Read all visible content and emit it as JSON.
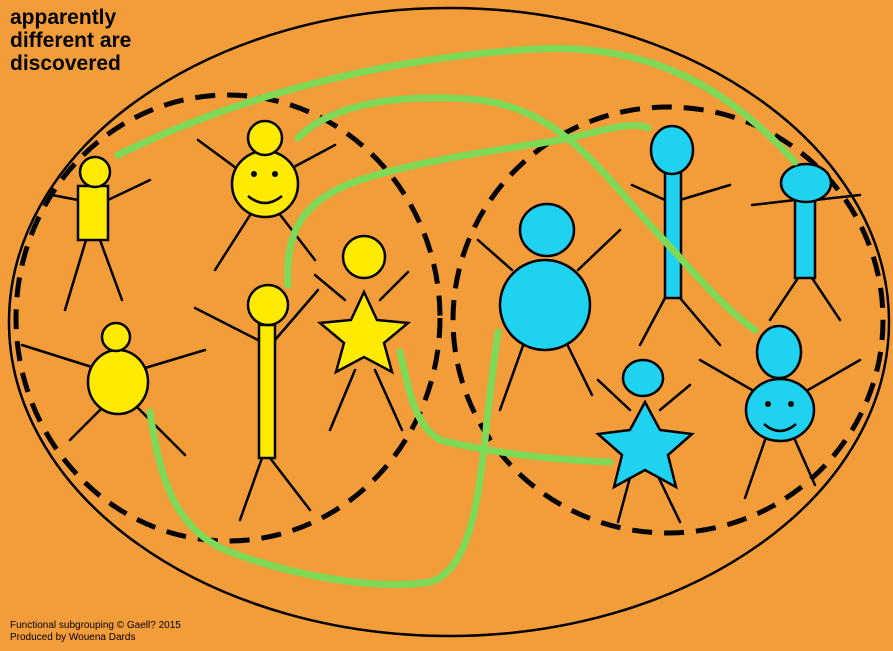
{
  "title_lines": [
    "apparently",
    "different are",
    "discovered"
  ],
  "credit_lines": [
    "Functional subgrouping © Gaell? 2015",
    "Produced by Wouena Dards"
  ],
  "colors": {
    "background": "#F39C3A",
    "group_a": "#FFEA00",
    "group_b": "#1FD3F0",
    "connection": "#7ED957",
    "outline": "#000000"
  },
  "figures": [
    {
      "name": "figure-yellow-rectangle-body",
      "group": "a",
      "shape": "rectangle"
    },
    {
      "name": "figure-yellow-smiley-bun",
      "group": "a",
      "shape": "smiley"
    },
    {
      "name": "figure-yellow-round-body",
      "group": "a",
      "shape": "circle"
    },
    {
      "name": "figure-yellow-tall-stick",
      "group": "a",
      "shape": "stick"
    },
    {
      "name": "figure-yellow-star",
      "group": "a",
      "shape": "star"
    },
    {
      "name": "figure-cyan-large-circle",
      "group": "b",
      "shape": "circle"
    },
    {
      "name": "figure-cyan-tall-stick",
      "group": "b",
      "shape": "stick"
    },
    {
      "name": "figure-cyan-rectangle-body",
      "group": "b",
      "shape": "rectangle"
    },
    {
      "name": "figure-cyan-star",
      "group": "b",
      "shape": "star"
    },
    {
      "name": "figure-cyan-smiley-bun",
      "group": "b",
      "shape": "smiley"
    }
  ],
  "connections": [
    {
      "from": "figure-yellow-rectangle-body",
      "to": "figure-cyan-rectangle-body"
    },
    {
      "from": "figure-yellow-smiley-bun",
      "to": "figure-cyan-smiley-bun"
    },
    {
      "from": "figure-yellow-tall-stick",
      "to": "figure-cyan-tall-stick"
    },
    {
      "from": "figure-yellow-star",
      "to": "figure-cyan-star"
    },
    {
      "from": "figure-yellow-round-body",
      "to": "figure-cyan-large-circle"
    }
  ]
}
